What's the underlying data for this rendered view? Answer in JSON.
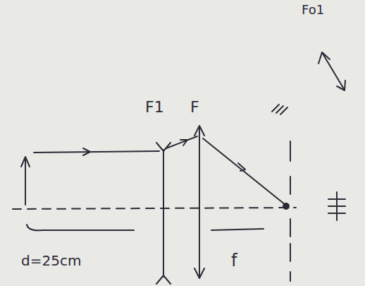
{
  "diagram": {
    "labels": [
      "Fo1",
      "F1",
      "F",
      "d=25cm",
      "f"
    ]
  }
}
